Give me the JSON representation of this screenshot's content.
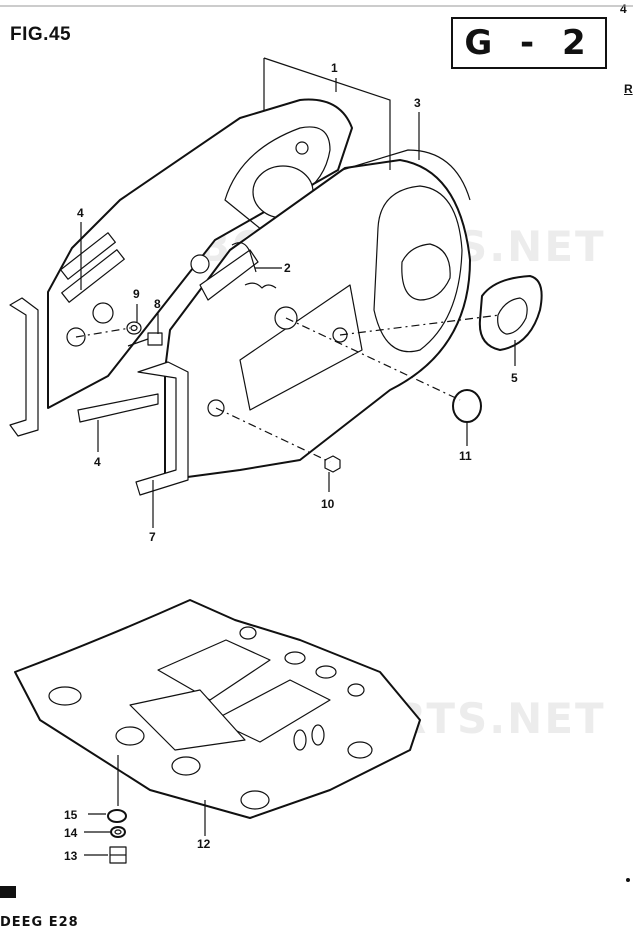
{
  "figure": {
    "label": "FIG.45",
    "ref_code": "G - 2"
  },
  "watermarks": [
    "AB-BOATPARTS.NET",
    "AB-BOATPARTS.NET"
  ],
  "edge_marks": {
    "top_right": "4",
    "right_mid": "R"
  },
  "footer": {
    "code": "DEEG E28"
  },
  "callouts": [
    {
      "id": "1",
      "text": "1"
    },
    {
      "id": "2",
      "text": "2"
    },
    {
      "id": "3",
      "text": "3"
    },
    {
      "id": "4a",
      "text": "4"
    },
    {
      "id": "4b",
      "text": "4"
    },
    {
      "id": "5",
      "text": "5"
    },
    {
      "id": "7",
      "text": "7"
    },
    {
      "id": "8",
      "text": "8"
    },
    {
      "id": "9",
      "text": "9"
    },
    {
      "id": "10",
      "text": "10"
    },
    {
      "id": "11",
      "text": "11"
    },
    {
      "id": "12",
      "text": "12"
    },
    {
      "id": "13",
      "text": "13"
    },
    {
      "id": "14",
      "text": "14"
    },
    {
      "id": "15",
      "text": "15"
    }
  ]
}
